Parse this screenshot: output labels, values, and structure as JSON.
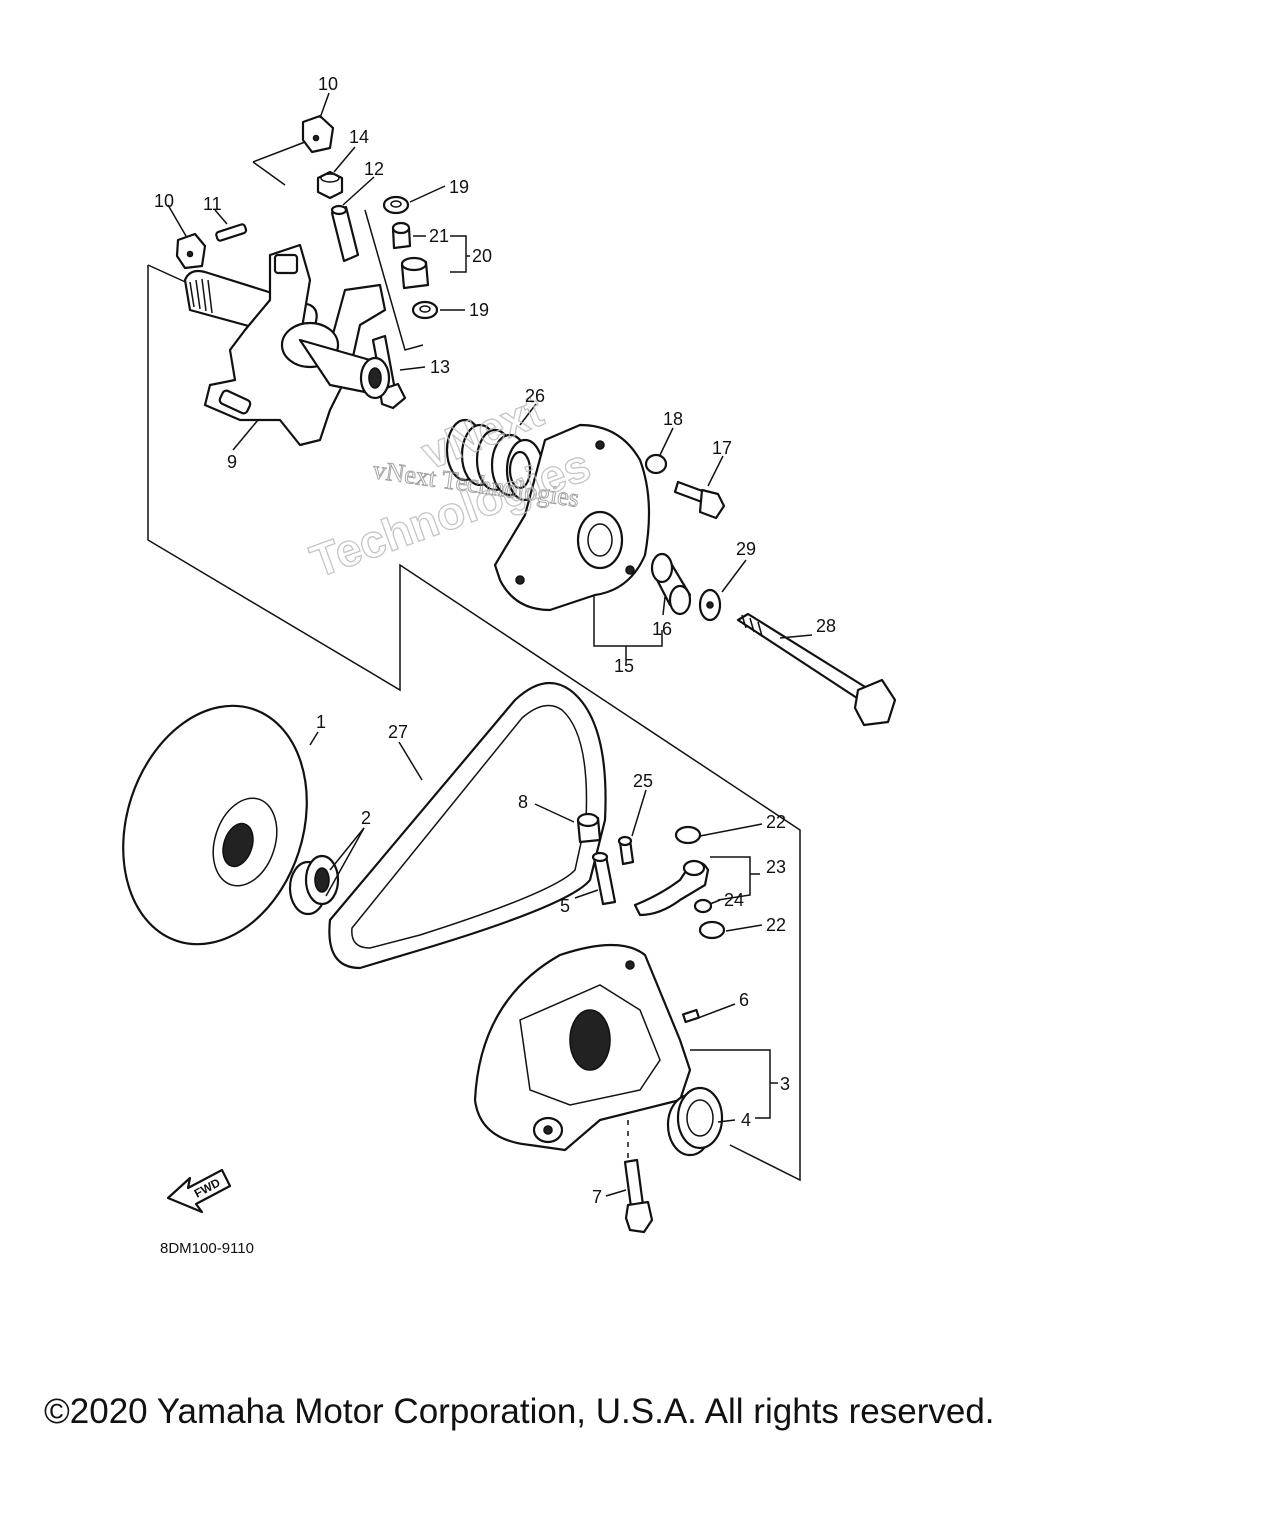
{
  "diagram": {
    "drawing_code": "8DM100-9110",
    "fwd_label": "FWD",
    "watermark": [
      "vNext Technologies",
      "vNext",
      "Technologies"
    ],
    "callouts": [
      {
        "id": "c10a",
        "text": "10"
      },
      {
        "id": "c14",
        "text": "14"
      },
      {
        "id": "c12",
        "text": "12"
      },
      {
        "id": "c19a",
        "text": "19"
      },
      {
        "id": "c10b",
        "text": "10"
      },
      {
        "id": "c11",
        "text": "11"
      },
      {
        "id": "c21",
        "text": "21"
      },
      {
        "id": "c20",
        "text": "20"
      },
      {
        "id": "c19b",
        "text": "19"
      },
      {
        "id": "c13",
        "text": "13"
      },
      {
        "id": "c26",
        "text": "26"
      },
      {
        "id": "c18",
        "text": "18"
      },
      {
        "id": "c17",
        "text": "17"
      },
      {
        "id": "c9",
        "text": "9"
      },
      {
        "id": "c29",
        "text": "29"
      },
      {
        "id": "c16",
        "text": "16"
      },
      {
        "id": "c15",
        "text": "15"
      },
      {
        "id": "c28",
        "text": "28"
      },
      {
        "id": "c1",
        "text": "1"
      },
      {
        "id": "c27",
        "text": "27"
      },
      {
        "id": "c25",
        "text": "25"
      },
      {
        "id": "c8",
        "text": "8"
      },
      {
        "id": "c2",
        "text": "2"
      },
      {
        "id": "c22a",
        "text": "22"
      },
      {
        "id": "c23",
        "text": "23"
      },
      {
        "id": "c24",
        "text": "24"
      },
      {
        "id": "c5",
        "text": "5"
      },
      {
        "id": "c22b",
        "text": "22"
      },
      {
        "id": "c6",
        "text": "6"
      },
      {
        "id": "c3",
        "text": "3"
      },
      {
        "id": "c4",
        "text": "4"
      },
      {
        "id": "c7",
        "text": "7"
      }
    ]
  },
  "footer": {
    "copyright": "©2020 Yamaha Motor Corporation, U.S.A. All rights reserved."
  }
}
